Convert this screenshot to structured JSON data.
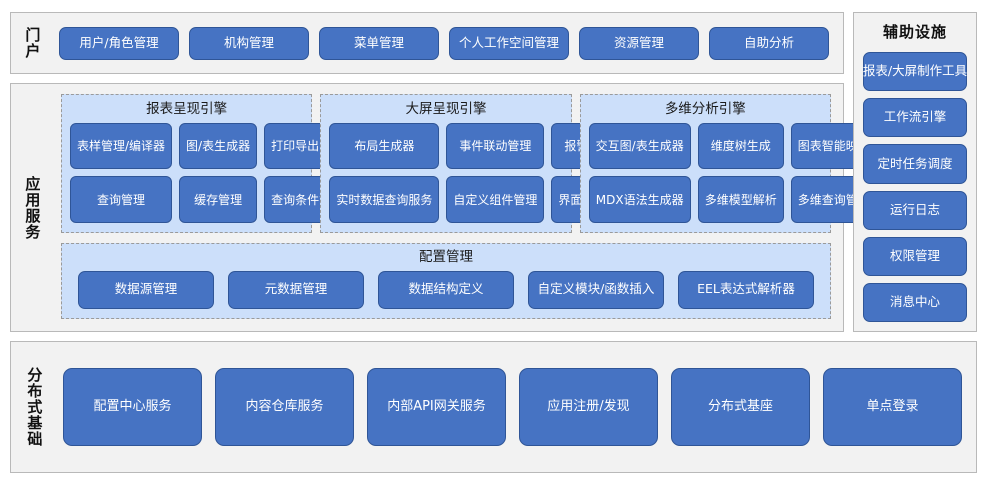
{
  "colors": {
    "button_fill": "#4673C3",
    "button_border": "#2F5597",
    "group_fill": "#CCDFFA",
    "section_fill": "#F2F2F2",
    "section_border": "#B9B9B9",
    "text_dark": "#111111",
    "text_light": "#FFFFFF"
  },
  "portal": {
    "label": "门户",
    "items": [
      {
        "label": "用户/角色管理"
      },
      {
        "label": "机构管理"
      },
      {
        "label": "菜单管理"
      },
      {
        "label": "个人工作空间管理"
      },
      {
        "label": "资源管理"
      },
      {
        "label": "自助分析"
      }
    ]
  },
  "app_services": {
    "label": "应用服务",
    "engines": [
      {
        "title": "报表呈现引擎",
        "items": [
          {
            "label": "表样管理/编译器"
          },
          {
            "label": "图/表生成器"
          },
          {
            "label": "打印导出引擎"
          },
          {
            "label": "查询管理"
          },
          {
            "label": "缓存管理"
          },
          {
            "label": "查询条件管理"
          }
        ]
      },
      {
        "title": "大屏呈现引擎",
        "items": [
          {
            "label": "布局生成器"
          },
          {
            "label": "事件联动管理"
          },
          {
            "label": "报警联动作管理"
          },
          {
            "label": "实时数据查询服务"
          },
          {
            "label": "自定义组件管理"
          },
          {
            "label": "界面布局操作框架"
          }
        ]
      },
      {
        "title": "多维分析引擎",
        "items": [
          {
            "label": "交互图/表生成器"
          },
          {
            "label": "维度树生成"
          },
          {
            "label": "图表智能映射"
          },
          {
            "label": "MDX语法生成器"
          },
          {
            "label": "多维模型解析"
          },
          {
            "label": "多维查询管理"
          }
        ]
      }
    ],
    "config": {
      "title": "配置管理",
      "items": [
        {
          "label": "数据源管理"
        },
        {
          "label": "元数据管理"
        },
        {
          "label": "数据结构定义"
        },
        {
          "label": "自定义模块/函数插入"
        },
        {
          "label": "EEL表达式解析器"
        }
      ]
    }
  },
  "aux": {
    "title": "辅助设施",
    "items": [
      {
        "label": "报表/大屏制作工具"
      },
      {
        "label": "工作流引擎"
      },
      {
        "label": "定时任务调度"
      },
      {
        "label": "运行日志"
      },
      {
        "label": "权限管理"
      },
      {
        "label": "消息中心"
      }
    ]
  },
  "infrastructure": {
    "label": "分布式基础",
    "items": [
      {
        "label": "配置中心服务"
      },
      {
        "label": "内容仓库服务"
      },
      {
        "label": "内部API网关服务"
      },
      {
        "label": "应用注册/发现"
      },
      {
        "label": "分布式基座"
      },
      {
        "label": "单点登录"
      }
    ]
  }
}
